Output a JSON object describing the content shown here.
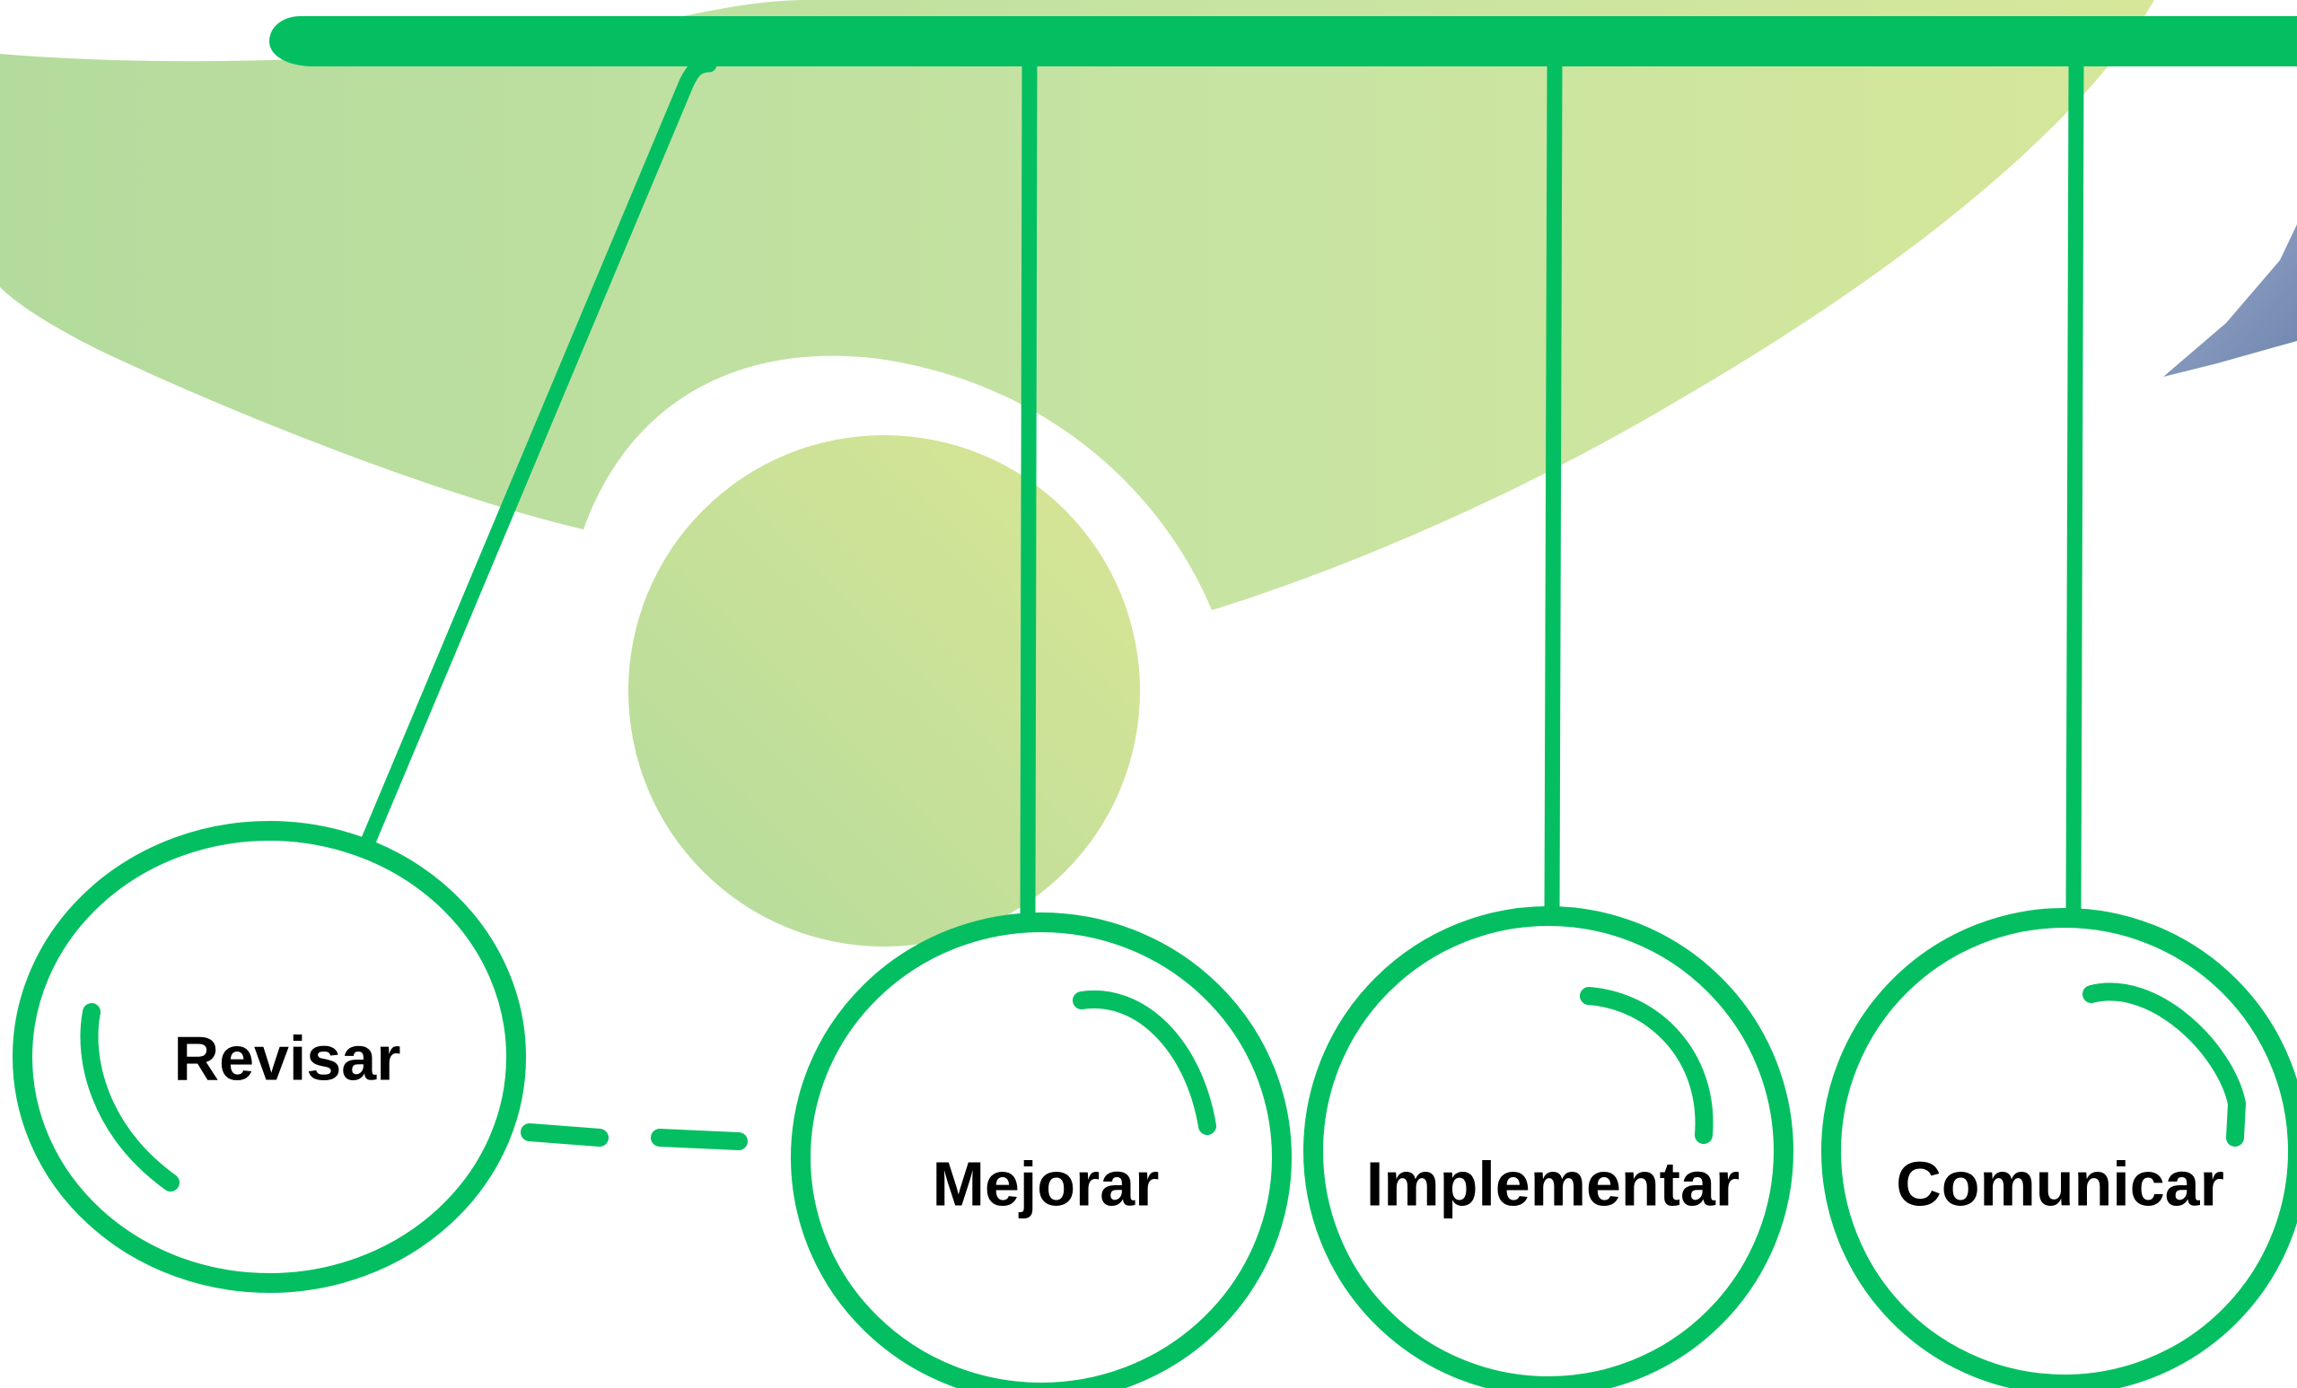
{
  "colors": {
    "line": "#04BF61",
    "background": "#FFFFFF",
    "blob_light": "#BFE2A0",
    "blob_yellow": "#D8E690",
    "accent_blue": "#7F94B8"
  },
  "nodes": [
    {
      "label": "Revisar"
    },
    {
      "label": "Mejorar"
    },
    {
      "label": "Implementar"
    },
    {
      "label": "Comunicar"
    }
  ]
}
